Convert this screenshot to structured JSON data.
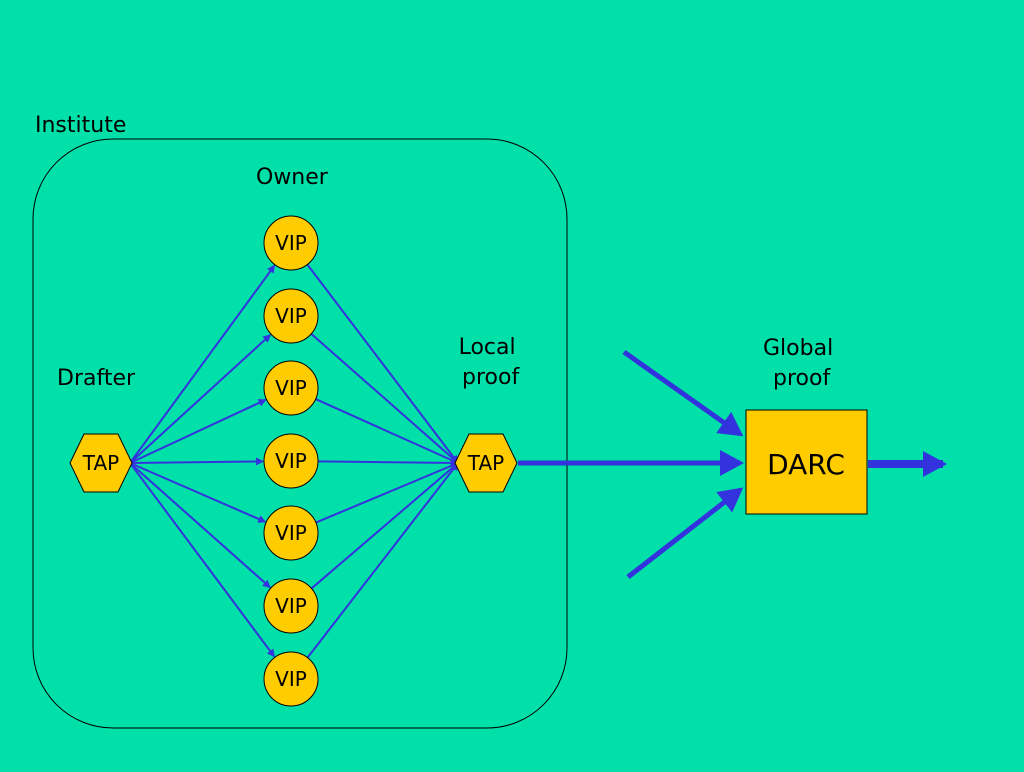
{
  "labels": {
    "institute": "Institute",
    "owner": "Owner",
    "drafter": "Drafter",
    "local_proof": "Local\n proof",
    "global_proof": "Global\n proof"
  },
  "nodes": {
    "tap_source": "TAP",
    "tap_target": "TAP",
    "darc": "DARC",
    "vips": [
      "VIP",
      "VIP",
      "VIP",
      "VIP",
      "VIP",
      "VIP",
      "VIP"
    ]
  },
  "colors": {
    "background": "#00e0a8",
    "node_fill": "#ffcc00",
    "arrow": "#3333dd"
  }
}
